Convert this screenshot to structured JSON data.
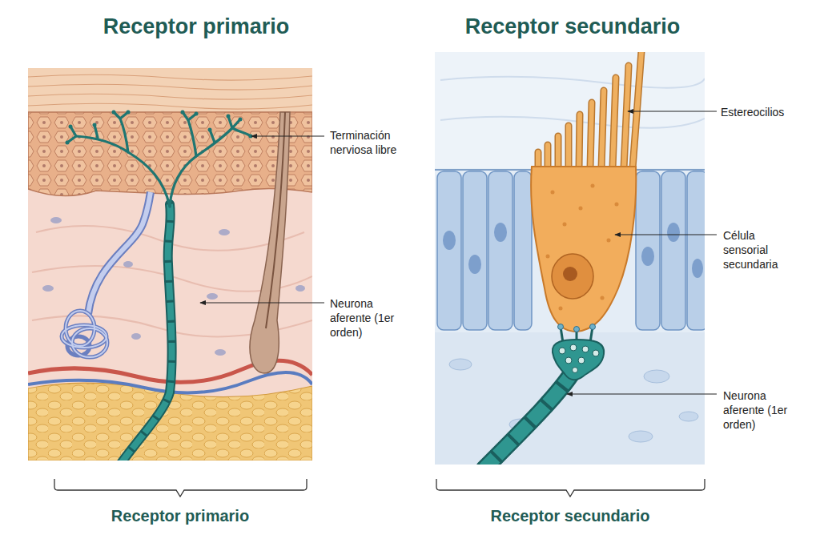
{
  "diagram": {
    "nodes": [
      {
        "text": [
          "Receptor primario"
        ]
      },
      {
        "text": [
          "Receptor secundario"
        ]
      }
    ],
    "labels": [
      "Terminación nerviosa libre",
      "Neurona aferente (1er orden)",
      "Estereocilios",
      "Célula sensorial secundaria",
      "Neurona aferente (1er orden)",
      "Receptor primario",
      "Receptor secundario"
    ]
  }
}
